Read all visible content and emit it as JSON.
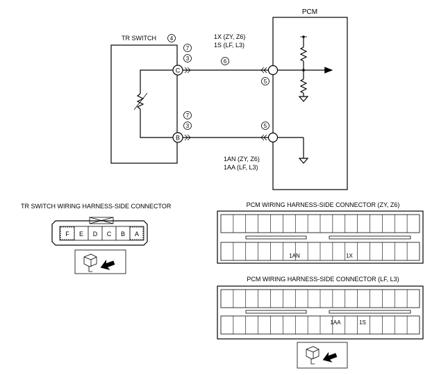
{
  "pcm": {
    "label": "PCM",
    "pin_upper_1": "1X (ZY, Z6)",
    "pin_upper_2": "1S (LF, L3)",
    "pin_lower_1": "1AN (ZY, Z6)",
    "pin_lower_2": "1AA (LF, L3)"
  },
  "tr_switch": {
    "label": "TR SWITCH",
    "ref": "4",
    "terminal_c": "C",
    "terminal_b": "B"
  },
  "refs": {
    "c_top": "7",
    "c_bottom": "3",
    "b_top": "7",
    "b_bottom": "3",
    "wire_mid": "6",
    "pcm_upper": "5",
    "pcm_lower": "5"
  },
  "tr_connector": {
    "title": "TR SWITCH WIRING HARNESS-SIDE CONNECTOR",
    "pins": [
      "F",
      "E",
      "D",
      "C",
      "B",
      "A"
    ]
  },
  "pcm_connector_zy": {
    "title": "PCM WIRING HARNESS-SIDE CONNECTOR (ZY, Z6)",
    "label_a": "1AN",
    "label_b": "1X"
  },
  "pcm_connector_lf": {
    "title": "PCM WIRING HARNESS-SIDE CONNECTOR (LF, L3)",
    "label_a": "1AA",
    "label_b": "1S"
  },
  "icons": [
    "connector-view-icon",
    "ground-icon",
    "resistor-icon",
    "arrow-icon"
  ]
}
